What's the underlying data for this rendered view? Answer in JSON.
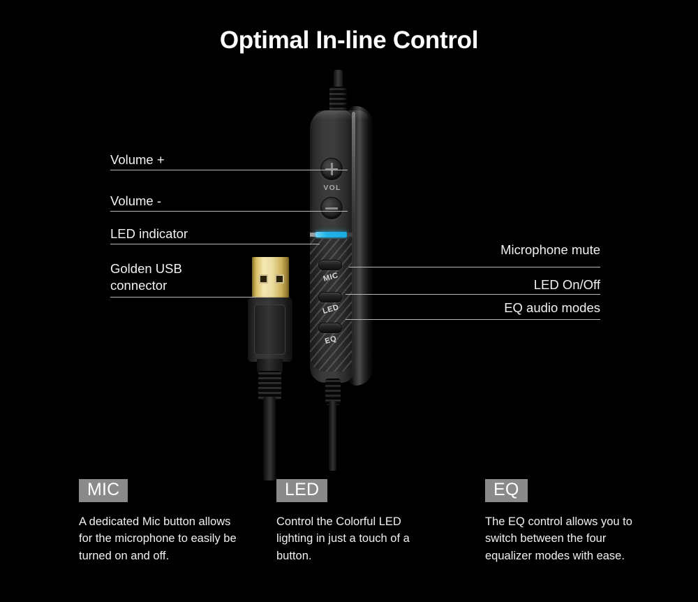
{
  "page": {
    "title": "Optimal In-line Control",
    "background_color": "#000000",
    "text_color": "#f2f2f2",
    "led_accent_color": "#21b3e8",
    "badge_color": "#8a8a8a",
    "gold_color": "#f5e8b4"
  },
  "callouts": {
    "left": [
      {
        "label": "Volume +"
      },
      {
        "label": "Volume -"
      },
      {
        "label": "LED indicator"
      },
      {
        "label": "Golden USB connector",
        "line1": "Golden USB",
        "line2": "connector"
      }
    ],
    "right": [
      {
        "label": "Microphone mute"
      },
      {
        "label": "LED On/Off"
      },
      {
        "label": "EQ audio modes"
      }
    ]
  },
  "device": {
    "vol_label": "VOL",
    "buttons": [
      {
        "label": "MIC"
      },
      {
        "label": "LED"
      },
      {
        "label": "EQ"
      }
    ]
  },
  "features": [
    {
      "badge": "MIC",
      "description": "A dedicated Mic button allows for the microphone to easily be turned on and off."
    },
    {
      "badge": "LED",
      "description": "Control the Colorful LED lighting in just a touch of a button."
    },
    {
      "badge": "EQ",
      "description": "The EQ control allows you to switch between the four equalizer modes with ease."
    }
  ]
}
